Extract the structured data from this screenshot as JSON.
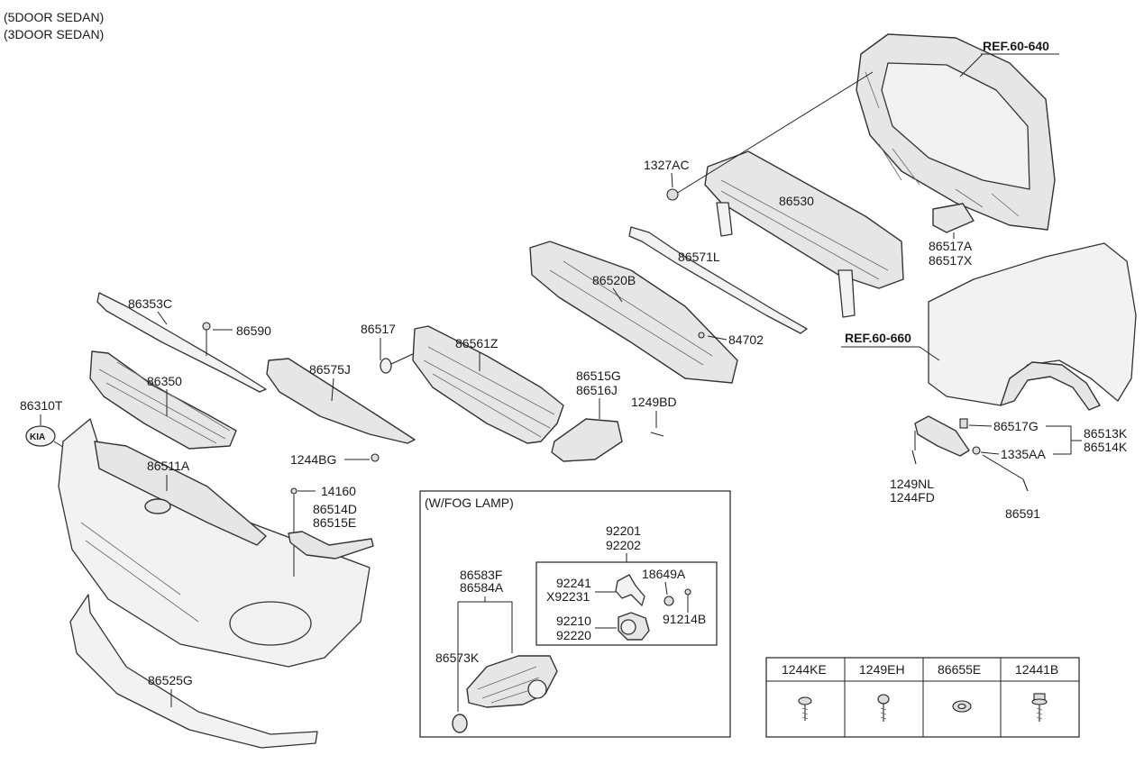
{
  "header_notes": [
    "(5DOOR SEDAN)",
    "(3DOOR SEDAN)"
  ],
  "references": [
    "REF.60-640",
    "REF.60-660"
  ],
  "emblem_text": "KIA",
  "part_labels": {
    "p1327AC": "1327AC",
    "p86530": "86530",
    "p86517A": "86517A",
    "p86517X": "86517X",
    "p86571L": "86571L",
    "p86520B": "86520B",
    "p84702": "84702",
    "p86353C": "86353C",
    "p86590": "86590",
    "p86517": "86517",
    "p86561Z": "86561Z",
    "p86350": "86350",
    "p86575J": "86575J",
    "p86515G": "86515G",
    "p86516J": "86516J",
    "p1249BD": "1249BD",
    "p86310T": "86310T",
    "p1244BG": "1244BG",
    "p86511A": "86511A",
    "p14160": "14160",
    "p86514D": "86514D",
    "p86515E": "86515E",
    "p86525G": "86525G",
    "p86517G": "86517G",
    "p86513K": "86513K",
    "p86514K": "86514K",
    "p1335AA": "1335AA",
    "p1249NL": "1249NL",
    "p1244FD": "1244FD",
    "p86591": "86591"
  },
  "fog_lamp_box": {
    "title": "(W/FOG LAMP)",
    "labels": {
      "p92201": "92201",
      "p92202": "92202",
      "p86583F": "86583F",
      "p86584A": "86584A",
      "p92241": "92241",
      "pX92231": "X92231",
      "p18649A": "18649A",
      "p92210": "92210",
      "p92220": "92220",
      "p91214B": "91214B",
      "p86573K": "86573K"
    }
  },
  "fastener_table": {
    "headers": [
      "1244KE",
      "1249EH",
      "86655E",
      "12441B"
    ],
    "icons": [
      "screw-washer-icon",
      "screw-round-head-icon",
      "clip-nut-icon",
      "screw-flange-icon"
    ]
  }
}
